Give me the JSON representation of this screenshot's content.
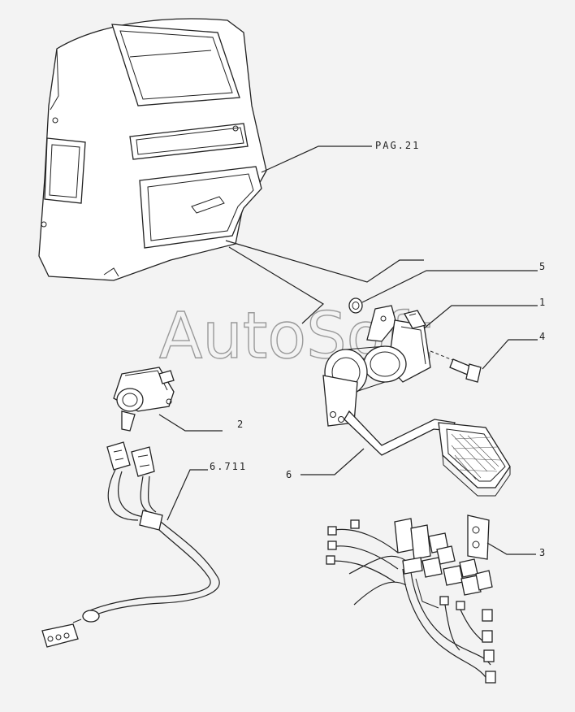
{
  "diagram": {
    "watermark": "AutoSoft",
    "callouts": {
      "page_ref": "PAG.21",
      "ref_6711": "6.711",
      "part_1": "1",
      "part_2": "2",
      "part_3": "3",
      "part_4": "4",
      "part_5": "5",
      "part_6": "6"
    }
  }
}
